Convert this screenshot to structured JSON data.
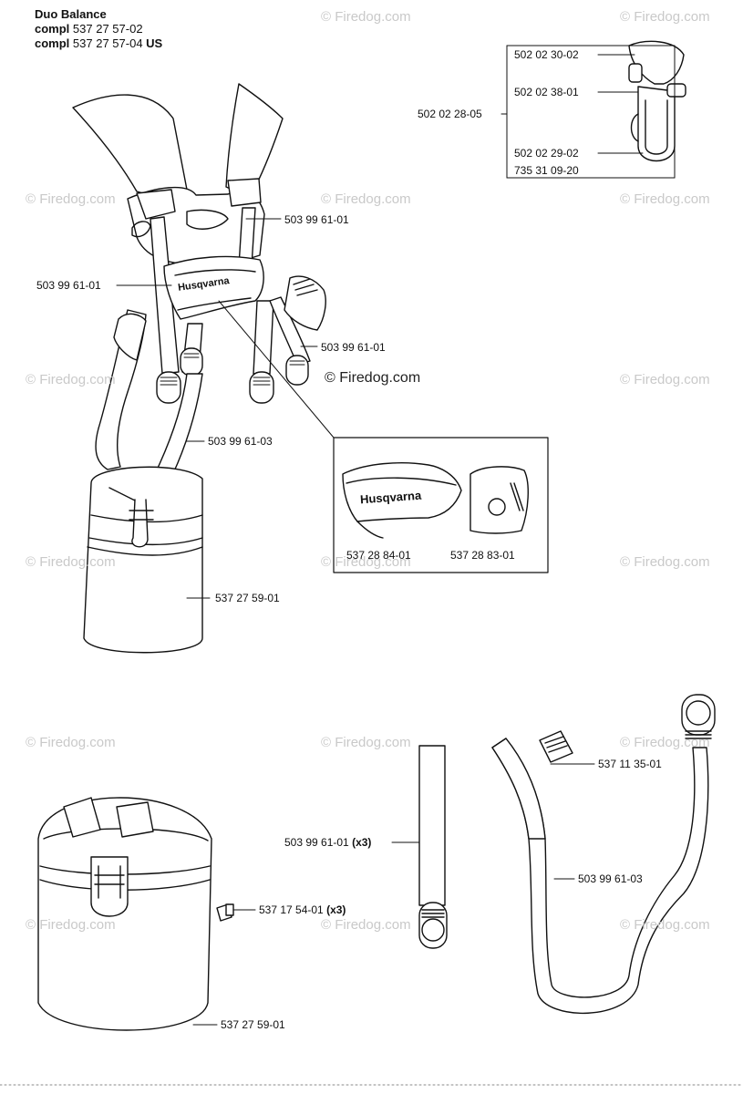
{
  "header": {
    "title": "Duo Balance",
    "line1_prefix": "compl",
    "line1_number": "537 27 57-02",
    "line2_prefix": "compl",
    "line2_number": "537 27 57-04",
    "line2_suffix": "US"
  },
  "copyright": "© Firedog.com",
  "watermark": "© Firedog.com",
  "brand_logo_text": "Husqvarna",
  "parts": {
    "p1": "502 02 30-02",
    "p2": "502 02 38-01",
    "p3": "502 02 28-05",
    "p4": "502 02 29-02",
    "p5": "735 31 09-20",
    "p6": "503 99 61-01",
    "p7": "503 99 61-01",
    "p8": "503 99 61-01",
    "p9": "503 99 61-03",
    "p10": "537 28 84-01",
    "p11": "537 28 83-01",
    "p12": "537 27 59-01",
    "p13": "537 11 35-01",
    "p14": "503 99 61-01",
    "p14_qty": "(x3)",
    "p15": "503 99 61-03",
    "p16": "537 17 54-01",
    "p16_qty": "(x3)",
    "p17": "537 27 59-01"
  }
}
